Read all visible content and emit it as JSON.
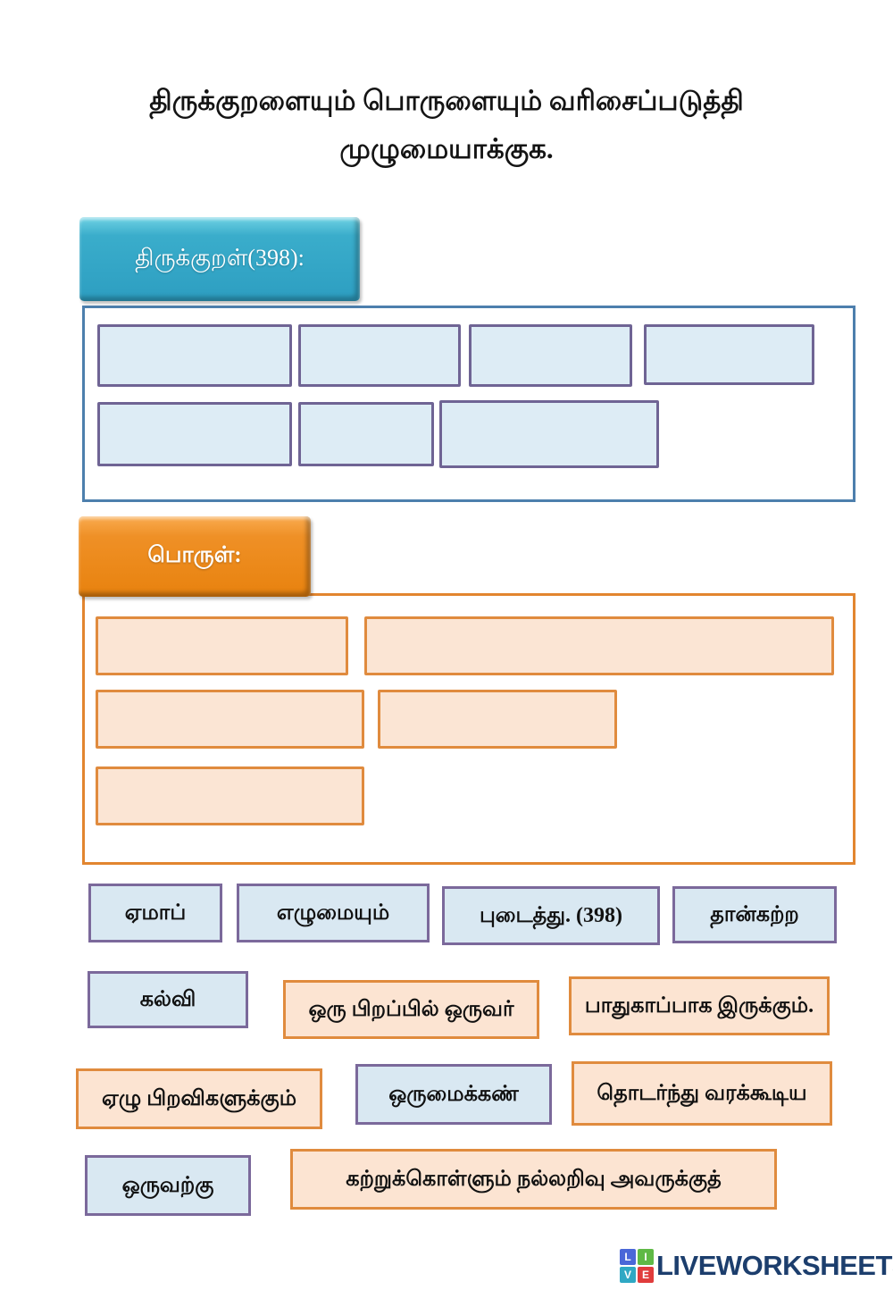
{
  "title": {
    "line1": "திருக்குறளையும் பொருளையும் வரிசைப்படுத்தி",
    "line2": "முழுமையாக்குக."
  },
  "kural": {
    "header": "திருக்குறள்(398):",
    "slot_count": 7
  },
  "porul": {
    "header": "பொருள்:",
    "slot_count": 5
  },
  "tiles": [
    {
      "label": "ஏமாப்",
      "group": "kural"
    },
    {
      "label": "எழுமையும்",
      "group": "kural"
    },
    {
      "label": "புடைத்து. (398)",
      "group": "kural"
    },
    {
      "label": "தான்கற்ற",
      "group": "kural"
    },
    {
      "label": "கல்வி",
      "group": "kural"
    },
    {
      "label": "ஒரு பிறப்பில் ஒருவர்",
      "group": "porul"
    },
    {
      "label": "பாதுகாப்பாக இருக்கும்.",
      "group": "porul"
    },
    {
      "label": "ஏழு பிறவிகளுக்கும்",
      "group": "porul"
    },
    {
      "label": "ஒருமைக்கண்",
      "group": "kural"
    },
    {
      "label": "தொடர்ந்து வரக்கூடிய",
      "group": "porul"
    },
    {
      "label": "ஒருவற்கு",
      "group": "kural"
    },
    {
      "label": "கற்றுக்கொள்ளும் நல்லறிவு அவருக்குத்",
      "group": "porul"
    }
  ],
  "footer": {
    "brand": "LIVEWORKSHEETS",
    "logo_letters": {
      "l": "L",
      "i": "I",
      "v": "V",
      "e": "E"
    }
  },
  "colors": {
    "kural_header_bg": "#2d9ec1",
    "kural_panel_border": "#4d7fad",
    "kural_tile_fill": "#d9e8f2",
    "kural_tile_border": "#7b699b",
    "porul_header_bg": "#e8820e",
    "porul_panel_border": "#e2852f",
    "porul_tile_fill": "#fce4d2",
    "porul_tile_border": "#e08b3e",
    "brand_text": "#1c3e6d"
  }
}
